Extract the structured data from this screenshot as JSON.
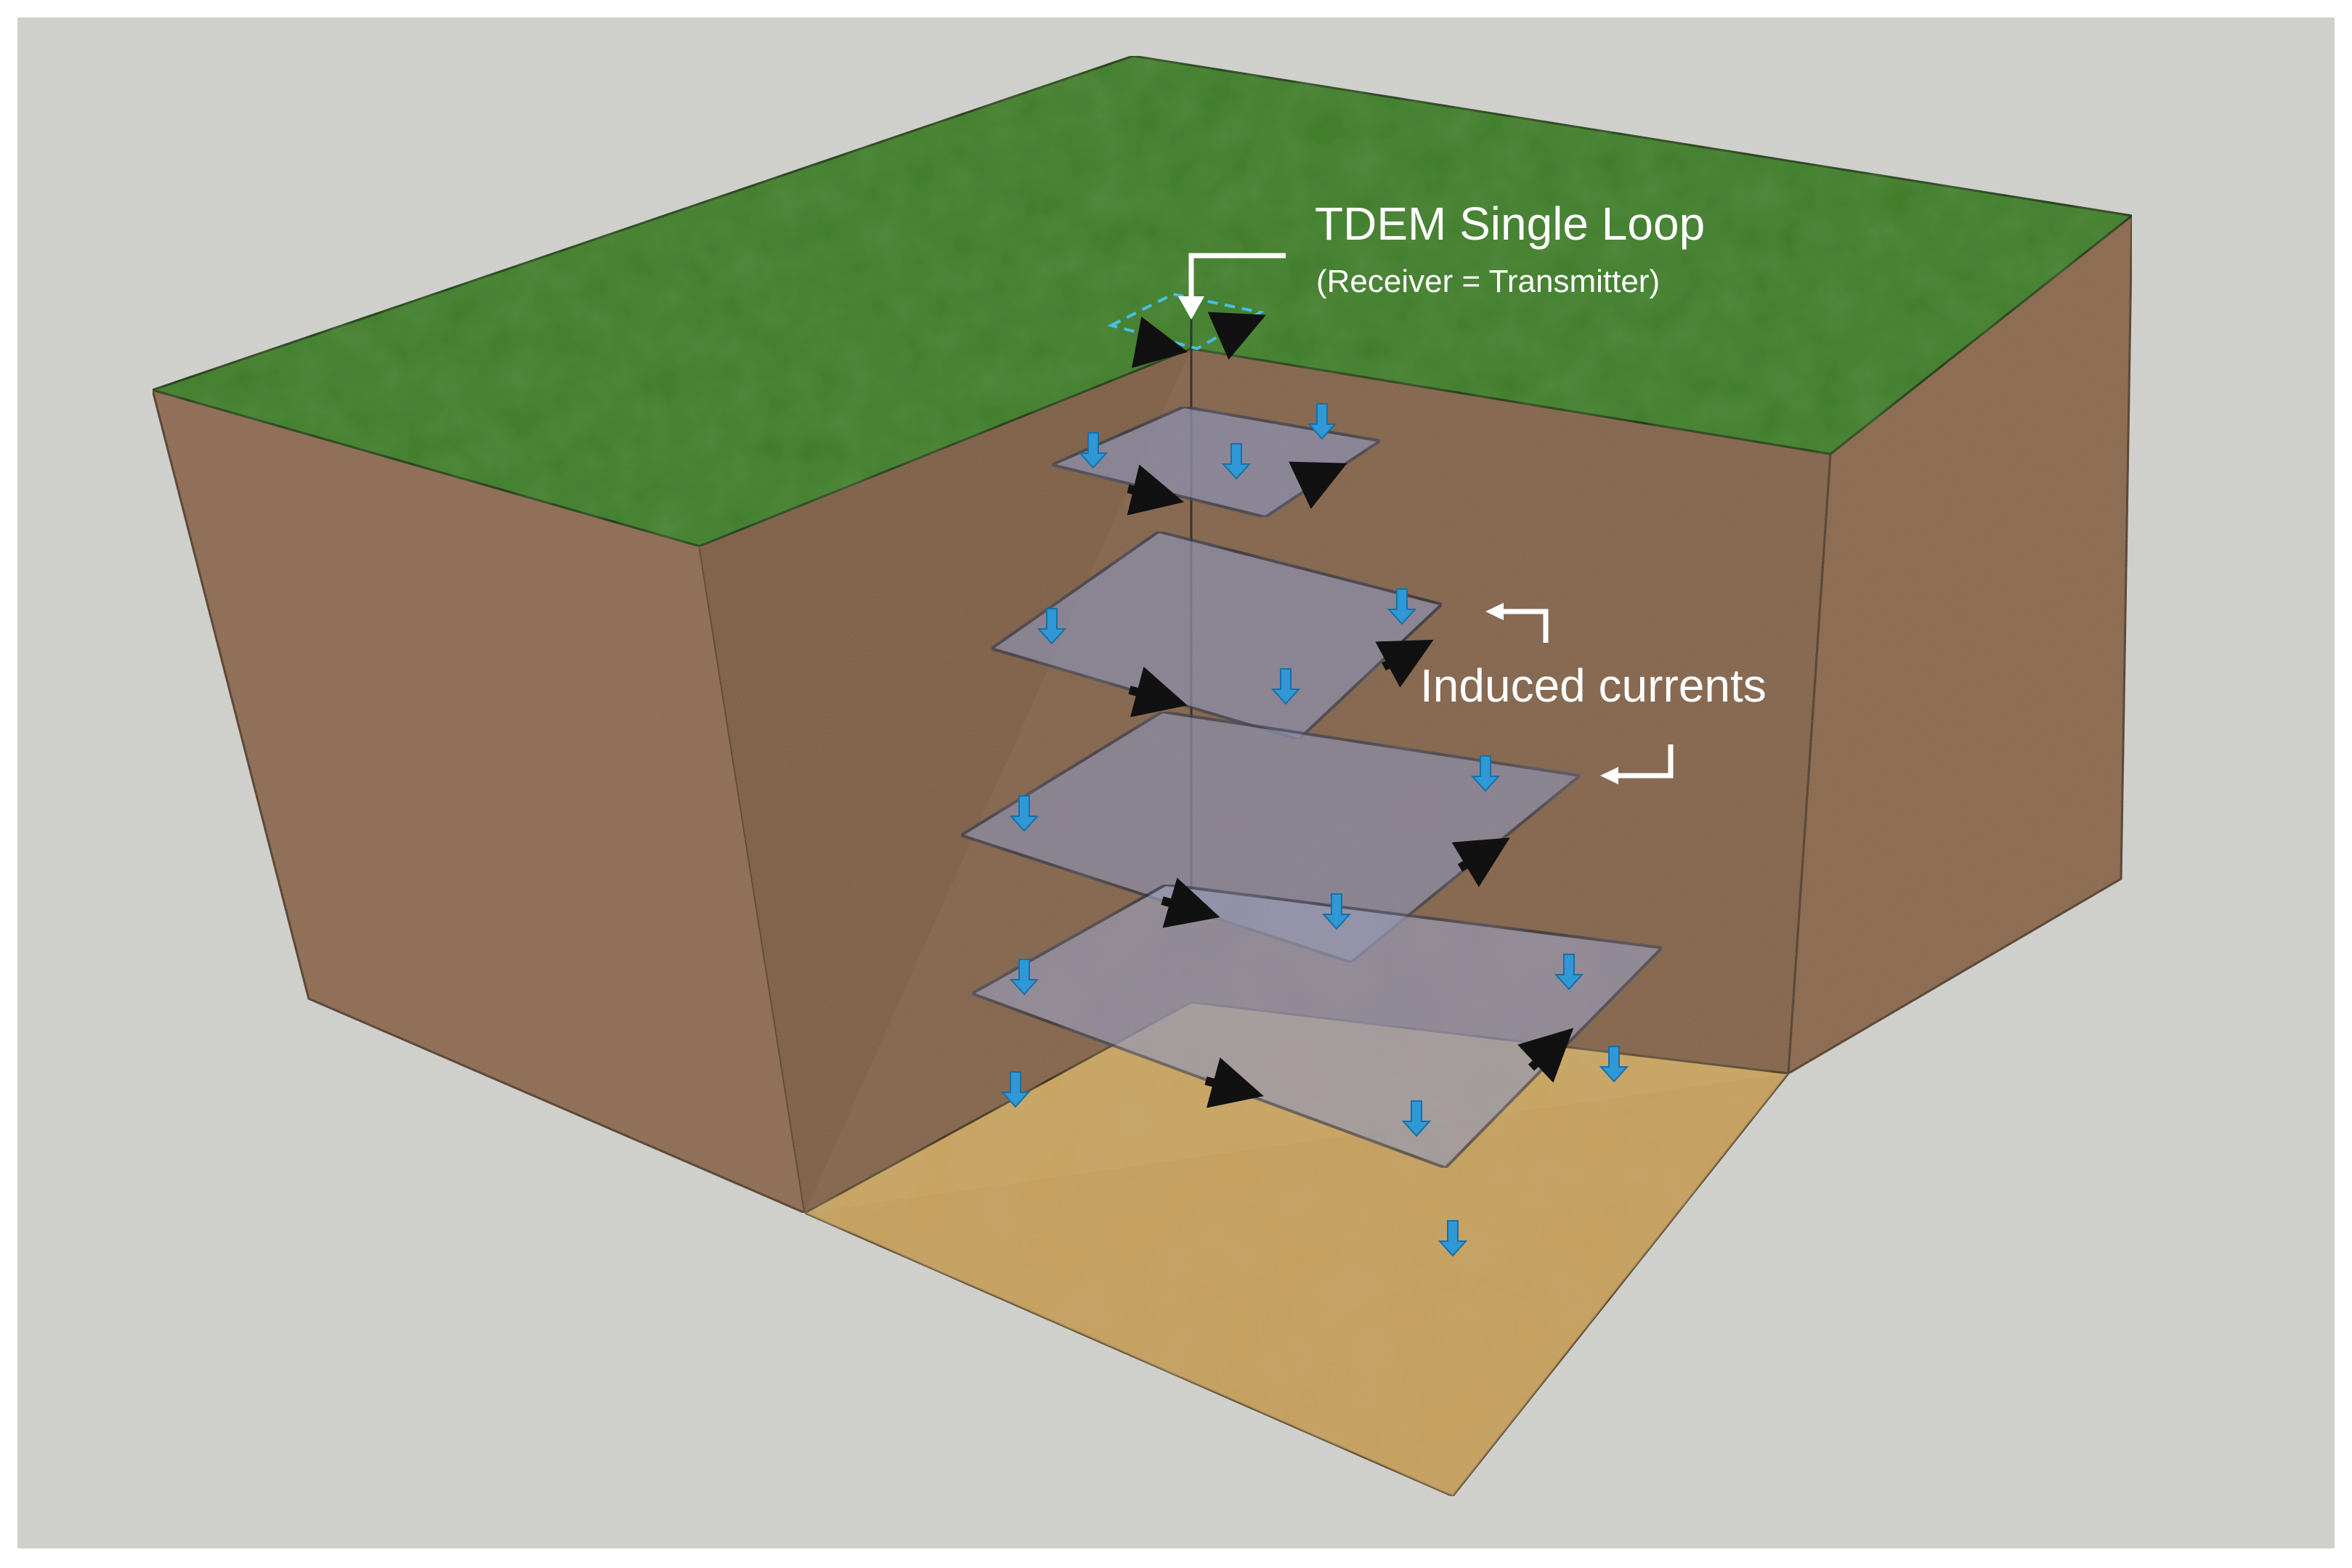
{
  "labels": {
    "tdem_title": "TDEM Single Loop",
    "tdem_subtitle": "(Receiver = Transmitter)",
    "induced_currents": "Induced currents"
  },
  "colors": {
    "background": "#cfcfcb",
    "grass": "#3f7d2a",
    "soil_front": "#8a6a52",
    "soil_inner": "#7e6048",
    "bedrock_floor": "#c9a461",
    "current_plate": "#8e8ea8",
    "secondary_field_arrow": "#2f98d6",
    "current_direction_arrow": "#111111",
    "label_text": "#ffffff",
    "transmitter_loop": "#48c0e8"
  },
  "icons": {
    "down_arrow": "secondary-field-arrow-icon",
    "flow_arrow": "current-direction-arrow-icon"
  }
}
